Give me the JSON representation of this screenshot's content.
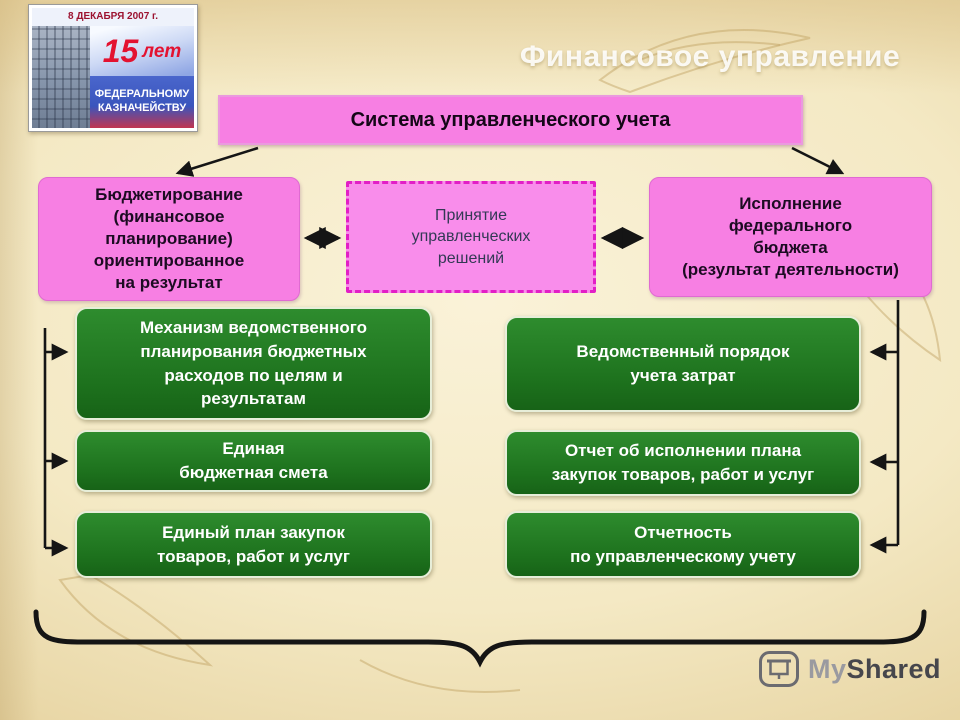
{
  "slide_title": "Финансовое управление",
  "logo": {
    "date": "8 ДЕКАБРЯ 2007 г.",
    "years_number": "15",
    "years_word": "лет",
    "org_line1": "ФЕДЕРАЛЬНОМУ",
    "org_line2": "КАЗНАЧЕЙСТВУ"
  },
  "diagram": {
    "root": "Система управленческого учета",
    "left_pink": "Бюджетирование\n(финансовое\nпланирование)\nориентированное\nна результат",
    "center_pink": "Принятие\nуправленческих\nрешений",
    "right_pink": "Исполнение\nфедерального\nбюджета\n(результат деятельности)",
    "green_left": [
      "Механизм ведомственного\nпланирования бюджетных\nрасходов по целям и\nрезультатам",
      "Единая\nбюджетная смета",
      "Единый план закупок\nтоваров, работ и услуг"
    ],
    "green_right": [
      "Ведомственный порядок\nучета затрат",
      "Отчет об исполнении плана\nзакупок товаров, работ и услуг",
      "Отчетность\nпо управленческому учету"
    ]
  },
  "watermark": {
    "part1": "My",
    "part2": "Shared"
  },
  "colors": {
    "pink": "#f77fe3",
    "pink_dashed_border": "#e21fc6",
    "green": "#1d711d",
    "background_gold": "#e7d4a2",
    "title_white": "#ffffff",
    "arrow_black": "#151515"
  }
}
